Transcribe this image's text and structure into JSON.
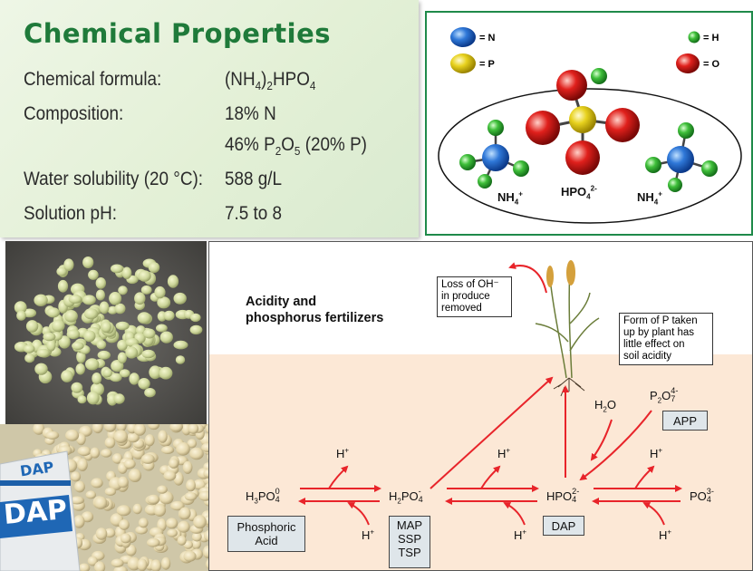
{
  "properties": {
    "title": "Chemical Properties",
    "formula_label": "Chemical formula:",
    "formula_value": "(NH4)2HPO4",
    "composition_label": "Composition:",
    "composition_n": "18% N",
    "composition_p": "46% P2O5 (20% P)",
    "solubility_label": "Water solubility (20 °C):",
    "solubility_value": "588 g/L",
    "ph_label": "Solution pH:",
    "ph_value": "7.5 to 8"
  },
  "molecule": {
    "legend_n": "= N",
    "legend_p": "= P",
    "legend_h": "= H",
    "legend_o": "= O",
    "label_left": "NH4+",
    "label_center": "HPO42-",
    "label_right": "NH4+",
    "colors": {
      "n": "#2f78d8",
      "p": "#e8d21e",
      "h": "#3fbf3a",
      "o": "#e0201c"
    }
  },
  "photos": {
    "bag_brand": "DAP"
  },
  "diagram": {
    "title_line1": "Acidity and",
    "title_line2": "phosphorus fertilizers",
    "note_oh": [
      "Loss of OH⁻",
      "in produce",
      "removed"
    ],
    "note_form": [
      "Form of P taken",
      "up by plant has",
      "little effect on",
      "soil acidity"
    ],
    "species": {
      "h3po4": "H3PO4",
      "h2po4": "H2PO4",
      "hpo4": "HPO4",
      "po4": "PO4",
      "p2o7": "P2O7",
      "h2o": "H2O",
      "hplus": "H+"
    },
    "boxes": {
      "phosphoric": [
        "Phosphoric",
        "Acid"
      ],
      "map": [
        "MAP",
        "SSP",
        "TSP"
      ],
      "dap": "DAP",
      "app": "APP"
    },
    "arrow_color": "#e8242a",
    "soil_color": "#fce8d6"
  }
}
